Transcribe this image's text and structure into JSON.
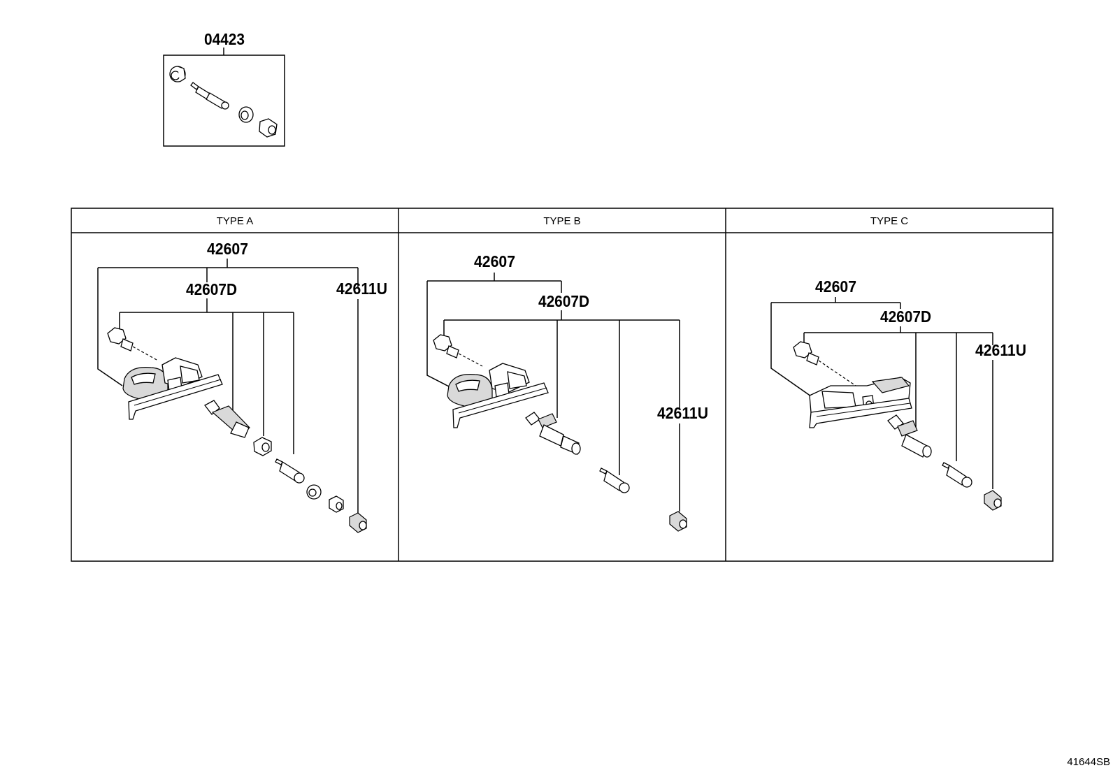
{
  "kit": {
    "part_no": "04423"
  },
  "panels": [
    {
      "title": "TYPE A",
      "labels": {
        "assembly": "42607",
        "sensor": "42607D",
        "cap": "42611U"
      }
    },
    {
      "title": "TYPE B",
      "labels": {
        "assembly": "42607",
        "sensor": "42607D",
        "cap": "42611U"
      }
    },
    {
      "title": "TYPE C",
      "labels": {
        "assembly": "42607",
        "sensor": "42607D",
        "cap": "42611U"
      }
    }
  ],
  "diagram_code": "41644SB"
}
